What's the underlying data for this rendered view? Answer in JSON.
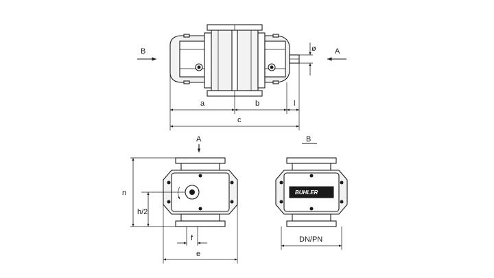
{
  "labels": {
    "view_b": "B",
    "view_a": "A",
    "diameter": "ø",
    "dim_a": "a",
    "dim_b": "b",
    "dim_l": "l",
    "dim_c": "c",
    "front_view_a": "A",
    "side_view_b": "B",
    "dim_n": "n",
    "dim_h2": "h/2",
    "dim_f": "f",
    "dim_e": "e",
    "dim_dnpn": "DN/PN",
    "logo_text": "BUHLER"
  },
  "colors": {
    "line": "#1a1a1a",
    "fill": "#f2f2f2",
    "logo_bg": "#1a1a1a"
  }
}
